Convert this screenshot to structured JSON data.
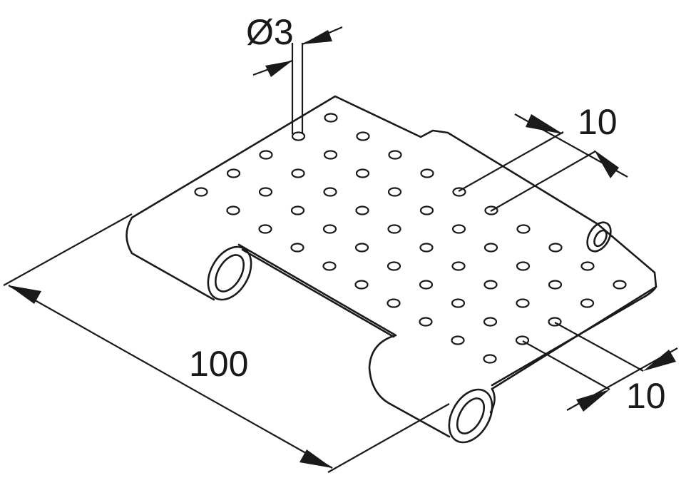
{
  "drawing": {
    "hole_diameter_label": "Ø3",
    "pitch_row_label": "10",
    "pitch_col_label": "10",
    "width_label": "100",
    "hole_grid": {
      "columns": 10,
      "rows": 5
    }
  }
}
